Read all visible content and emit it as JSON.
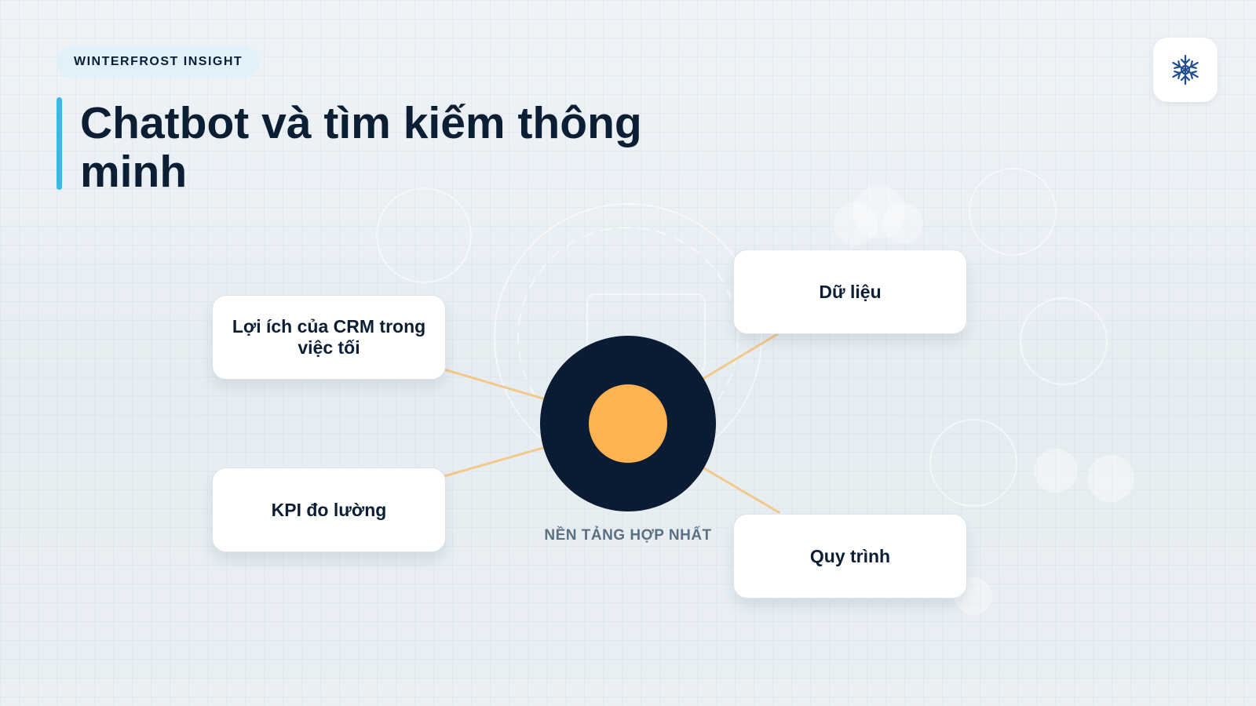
{
  "brand": {
    "label": "WINTERFROST INSIGHT"
  },
  "slide": {
    "title": "Chatbot và tìm kiếm thông minh"
  },
  "logo": {
    "icon": "snowflake-icon"
  },
  "diagram": {
    "hub_label": "NỀN TẢNG HỢP NHẤT",
    "nodes": [
      {
        "id": "benefits",
        "label": "Lợi ích của CRM trong việc tối"
      },
      {
        "id": "kpi",
        "label": "KPI đo lường"
      },
      {
        "id": "data",
        "label": "Dữ liệu"
      },
      {
        "id": "process",
        "label": "Quy trình"
      }
    ]
  },
  "colors": {
    "title": "#0c1e33",
    "accent_bar": "#3bb8e6",
    "brand_pill_bg": "#e1f1f9",
    "hub_outer": "#0b1b33",
    "hub_inner": "#ffb451",
    "connector": "#f2c98a",
    "hub_label": "#5b6f82",
    "logo_icon": "#1f4d8f"
  }
}
